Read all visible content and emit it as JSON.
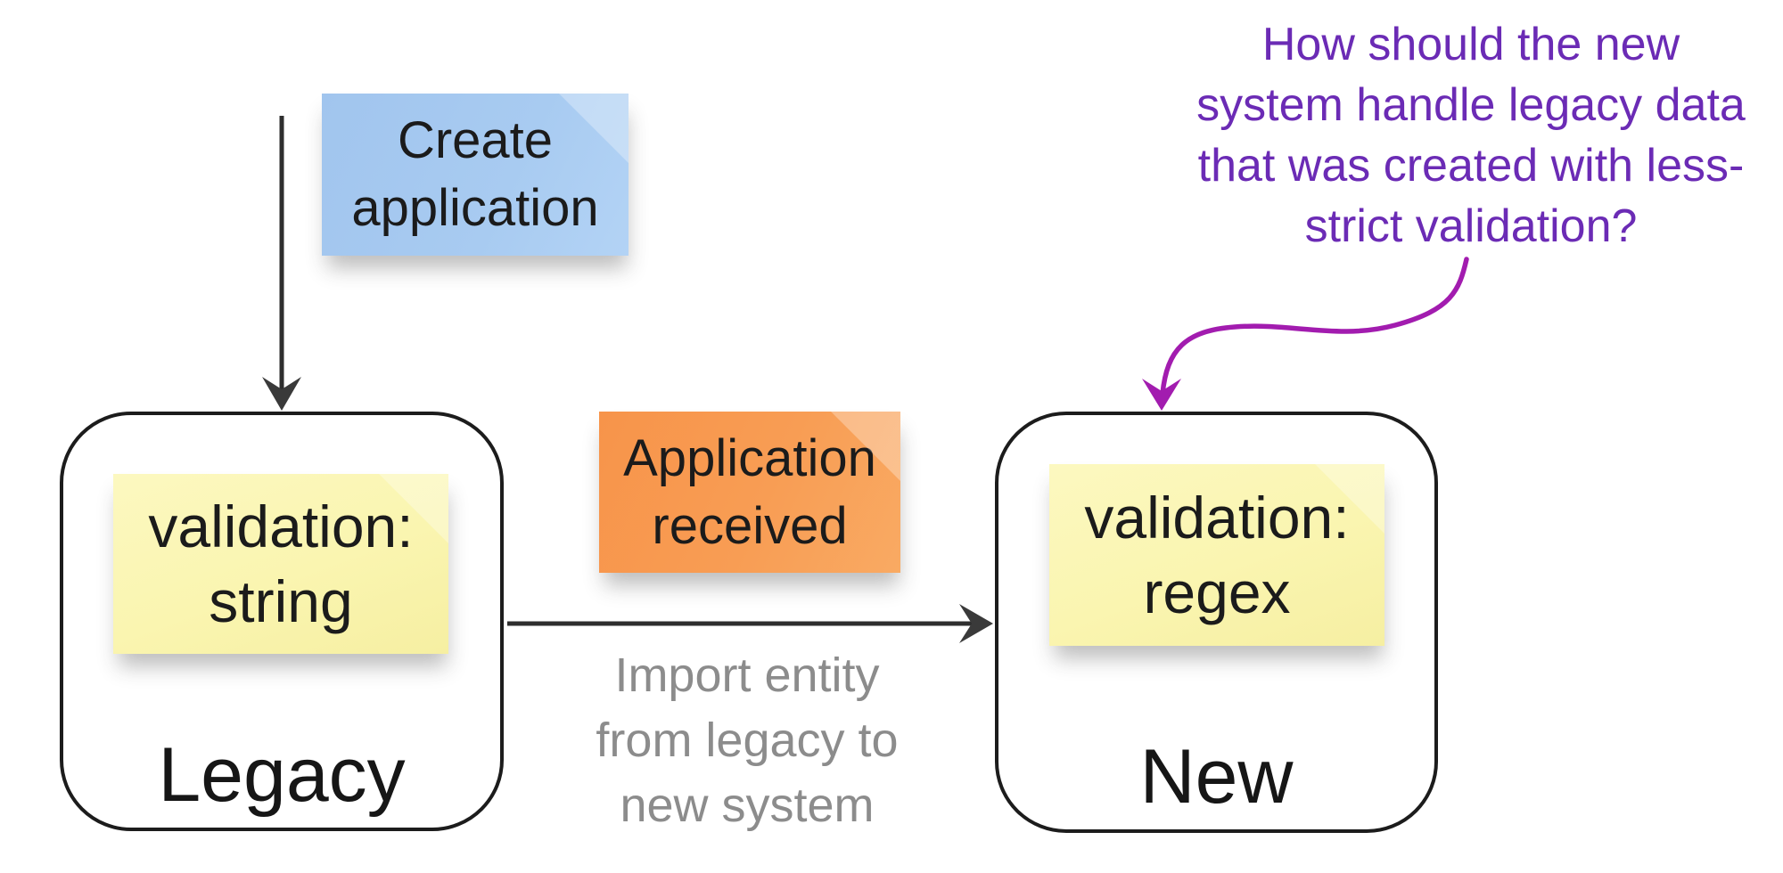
{
  "board": {
    "background": "#ffffff",
    "ink": "#2e2e2e"
  },
  "sticky_notes": {
    "create_application": {
      "lines": [
        "Create",
        "application"
      ],
      "color": "#a5c8f0"
    },
    "application_received": {
      "lines": [
        "Application",
        "received"
      ],
      "color": "#f79b4d"
    },
    "legacy_validation": {
      "lines": [
        "validation:",
        "string"
      ],
      "color": "#faf5b0"
    },
    "new_validation": {
      "lines": [
        "validation:",
        "regex"
      ],
      "color": "#faf5b0"
    }
  },
  "systems": {
    "legacy": {
      "label": "Legacy"
    },
    "new_system": {
      "label": "New"
    }
  },
  "connectors": {
    "create_arrow": {
      "line_color": "#2e2e2e",
      "head_color": "#3a3a3a"
    },
    "import_arrow": {
      "line_color": "#2e2e2e",
      "head_color": "#3a3a3a",
      "label_lines": [
        "Import entity",
        "from legacy to",
        "new system"
      ],
      "label_color": "#8c8c8c"
    }
  },
  "annotation": {
    "lines": [
      "How should the new",
      "system handle legacy data",
      "that was created with less-",
      "strict validation?"
    ],
    "text_color": "#6b2bb5",
    "arrow_color": "#a21caf"
  }
}
